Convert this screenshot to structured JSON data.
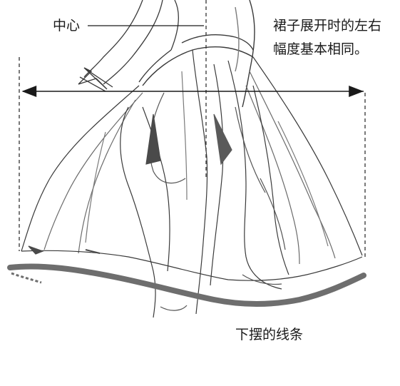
{
  "annotations": {
    "center_label": "中心",
    "note_line_1": "裙子展开时的左右",
    "note_line_2": "幅度基本相同。",
    "hem_label": "下摆的线条"
  },
  "colors": {
    "paper": "#ffffff",
    "pencil": "#3a3a3a",
    "pencil_light": "#8a8a8a",
    "hem_stroke": "#6e6e6e",
    "text": "#1a1a1a"
  }
}
